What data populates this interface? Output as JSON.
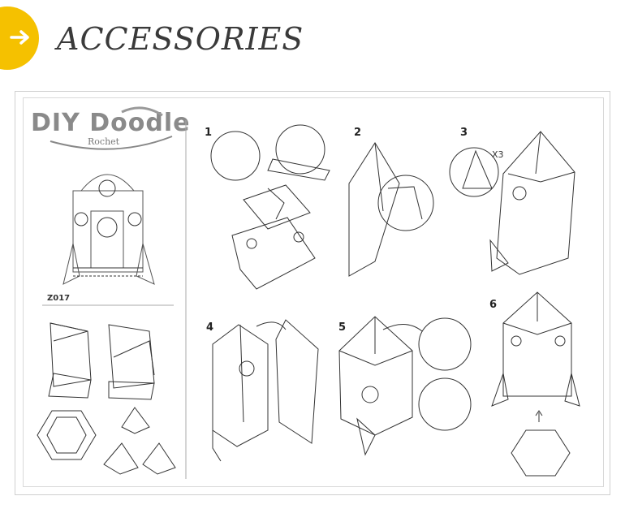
{
  "header": {
    "title": "ACCESSORIES",
    "accent_color": "#f5c100",
    "icon": "arrow-right-icon"
  },
  "product": {
    "brand": "DIY Doodle",
    "subtitle": "Rochet",
    "code": "Z017"
  },
  "steps": [
    {
      "number": "1"
    },
    {
      "number": "2"
    },
    {
      "number": "3",
      "note": "X3"
    },
    {
      "number": "4"
    },
    {
      "number": "5"
    },
    {
      "number": "6"
    }
  ]
}
